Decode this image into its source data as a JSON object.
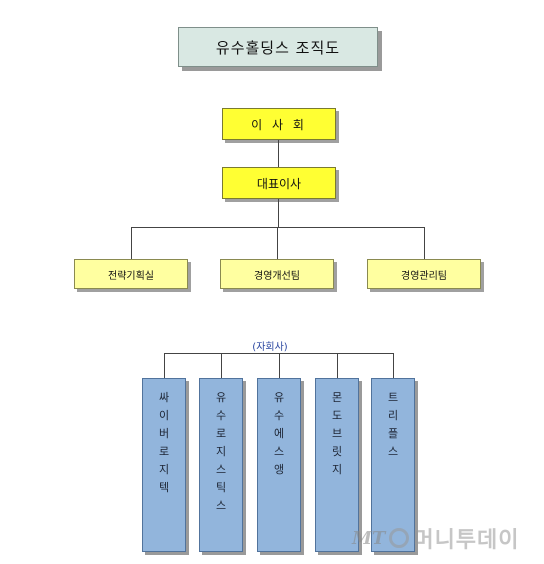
{
  "title": "유수홀딩스 조직도",
  "board": "이 사 회",
  "ceo": "대표이사",
  "departments": [
    "전략기획실",
    "경영개선팀",
    "경영관리팀"
  ],
  "subsidiaries_label": "(자회사)",
  "subsidiaries": [
    "싸이버로지텍",
    "유수로지스틱스",
    "유수에스앵",
    "몬도브릿지",
    "트리플스"
  ],
  "watermark": {
    "mt": "MT",
    "name": "머니투데이"
  },
  "colors": {
    "title_bg": "#d9e8e3",
    "board_bg": "#ffff33",
    "dept_bg": "#ffffa0",
    "subsidiary_bg": "#92b5dc",
    "subsidiary_label": "#2a46a0"
  }
}
